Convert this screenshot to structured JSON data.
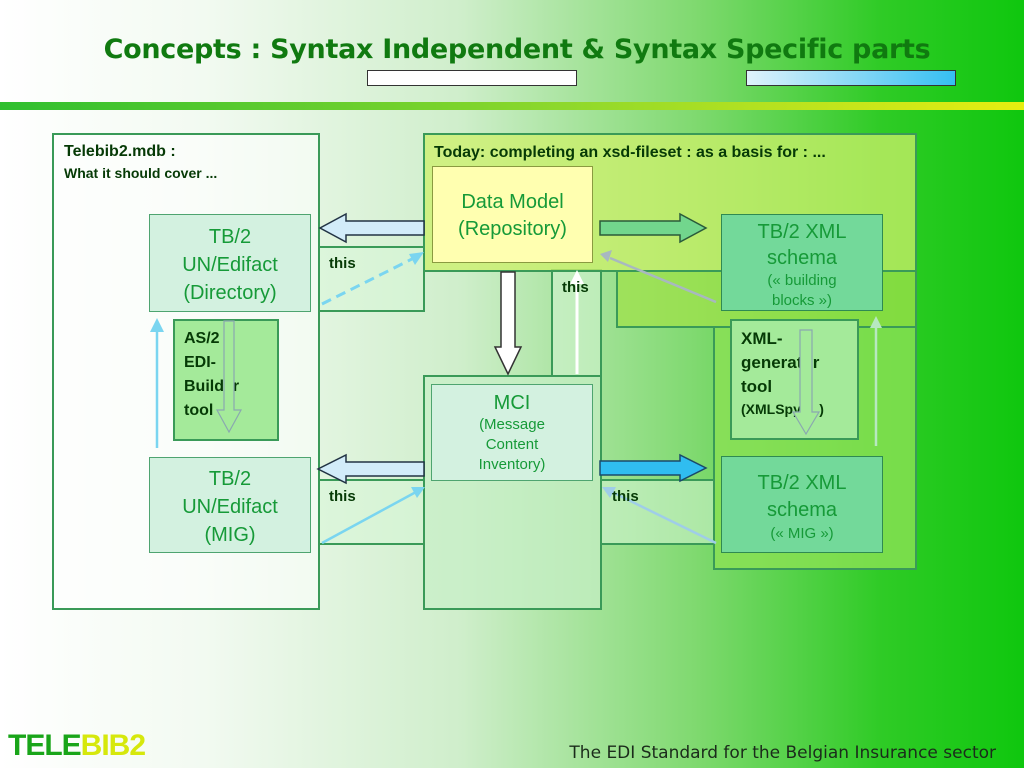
{
  "slide": {
    "title": "Concepts : Syntax Independent & Syntax Specific parts"
  },
  "left_panel": {
    "heading": "Telebib2.mdb :",
    "subheading": "What it should cover ..."
  },
  "right_panel": {
    "heading": "Today: completing an xsd-fileset : as a basis for : ..."
  },
  "boxes": {
    "tb2_directory": [
      "TB/2",
      "UN/Edifact",
      "(Directory)"
    ],
    "as2_builder": [
      "AS/2",
      "EDI-",
      "Builder",
      "tool"
    ],
    "tb2_mig": [
      "TB/2",
      "UN/Edifact",
      "(MIG)"
    ],
    "data_model": [
      "Data Model",
      "(Repository)"
    ],
    "mci": {
      "title": "MCI",
      "lines": [
        "(Message",
        "Content",
        "Inventory)"
      ]
    },
    "xml_schema_blocks": {
      "title_lines": [
        "TB/2 XML",
        "schema"
      ],
      "sub_lines": [
        "(« building",
        "blocks »)"
      ]
    },
    "xml_generator": {
      "lines": [
        "XML-",
        "generator",
        "tool"
      ],
      "sub": "(XMLSpy, ...)"
    },
    "xml_schema_mig": {
      "title_lines": [
        "TB/2 XML",
        "schema"
      ],
      "sub": "(« MIG »)"
    }
  },
  "labels": {
    "this_1": "this",
    "this_2": "this",
    "this_3": "this",
    "this_4": "this"
  },
  "footer": {
    "tagline": "The EDI Standard for the Belgian Insurance sector",
    "logo_part1": "TELE",
    "logo_part2": "BIB2"
  },
  "colors": {
    "title": "#107a10",
    "panel_border": "#3a9a58",
    "box_fill_light": "#d3f1e0",
    "data_model_fill": "#ffffb0",
    "schema_fill": "#73d99a",
    "logo_green": "#19a519",
    "logo_yellow": "#d6e80c",
    "arrow_blue": "#30bdf0"
  }
}
